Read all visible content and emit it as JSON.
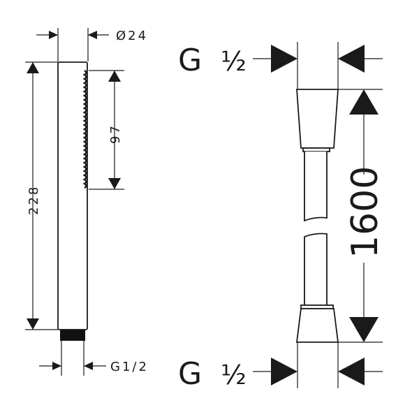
{
  "handshower": {
    "diameter_label": "Ø24",
    "length_label": "228",
    "spray_length_label": "97",
    "thread_label": "G1/2"
  },
  "hose": {
    "thread_top_g": "G",
    "thread_top_frac": "½",
    "thread_bottom_g": "G",
    "thread_bottom_frac": "½",
    "length_label": "1600"
  }
}
